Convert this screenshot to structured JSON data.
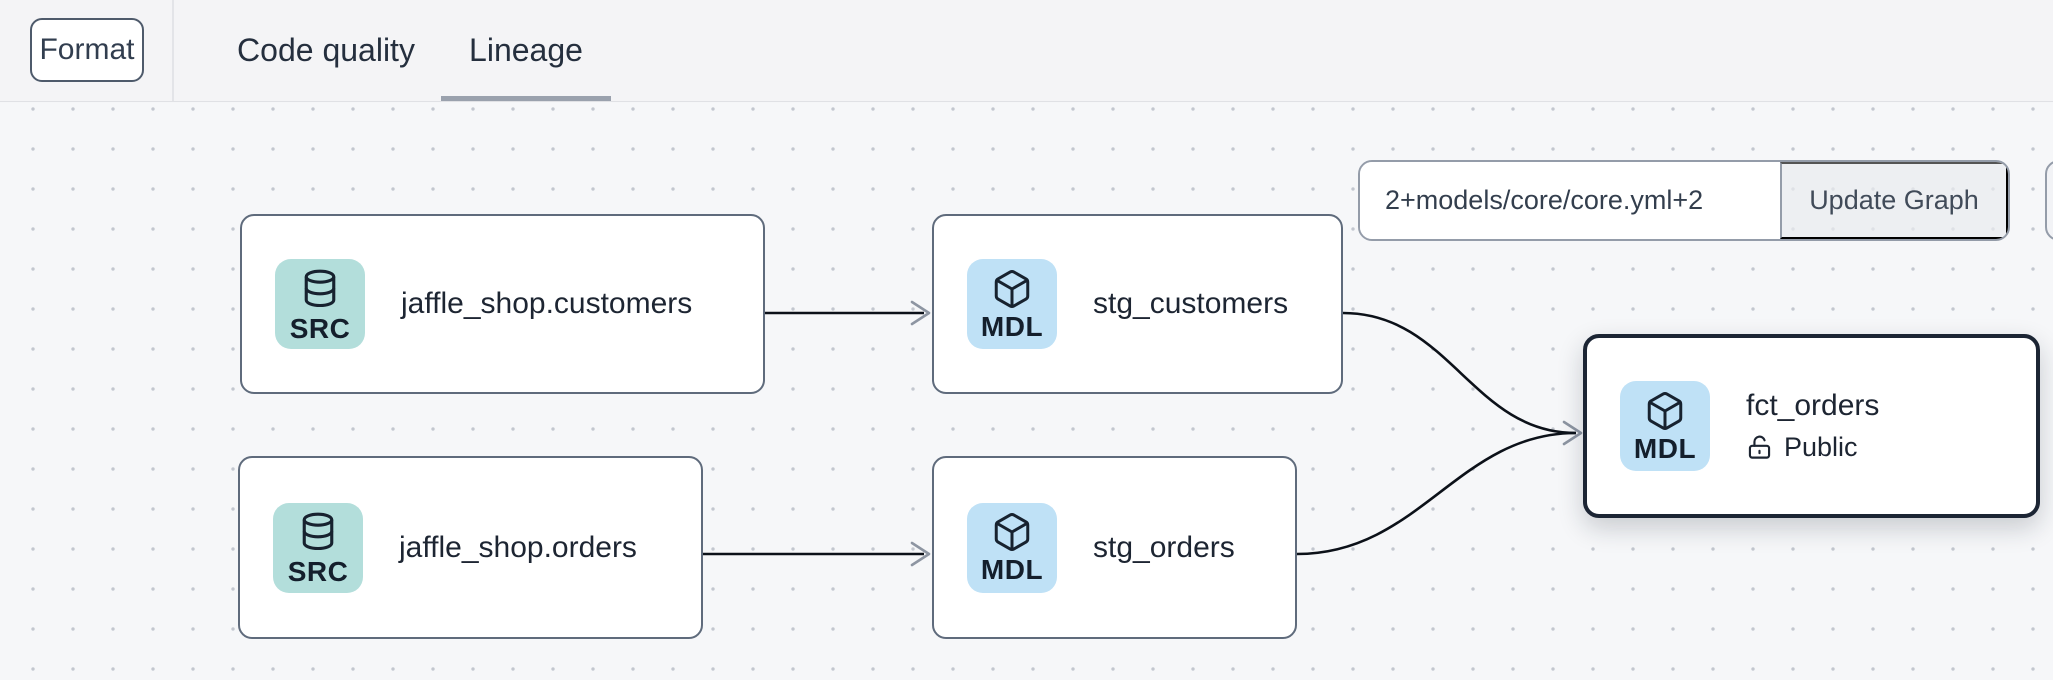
{
  "topbar": {
    "format_label": "Format",
    "tabs": [
      {
        "label": "Code quality",
        "active": false
      },
      {
        "label": "Lineage",
        "active": true
      }
    ]
  },
  "toolbar": {
    "selector_value": "2+models/core/core.yml+2",
    "update_button_label": "Update Graph"
  },
  "canvas": {
    "nodes": [
      {
        "id": "jaffle_shop.customers",
        "title": "jaffle_shop.customers",
        "badge": "SRC",
        "type": "source",
        "icon": "database-icon",
        "tile_color": "#b3dedb",
        "selected": false
      },
      {
        "id": "stg_customers",
        "title": "stg_customers",
        "badge": "MDL",
        "type": "model",
        "icon": "cube-icon",
        "tile_color": "#bfe1f6",
        "selected": false
      },
      {
        "id": "jaffle_shop.orders",
        "title": "jaffle_shop.orders",
        "badge": "SRC",
        "type": "source",
        "icon": "database-icon",
        "tile_color": "#b3dedb",
        "selected": false
      },
      {
        "id": "stg_orders",
        "title": "stg_orders",
        "badge": "MDL",
        "type": "model",
        "icon": "cube-icon",
        "tile_color": "#bfe1f6",
        "selected": false
      },
      {
        "id": "fct_orders",
        "title": "fct_orders",
        "badge": "MDL",
        "type": "model",
        "icon": "cube-icon",
        "tile_color": "#bfe1f6",
        "selected": true,
        "access_label": "Public",
        "access_icon": "unlock-icon"
      }
    ],
    "edges": [
      {
        "from": "jaffle_shop.customers",
        "to": "stg_customers"
      },
      {
        "from": "jaffle_shop.orders",
        "to": "stg_orders"
      },
      {
        "from": "stg_customers",
        "to": "fct_orders"
      },
      {
        "from": "stg_orders",
        "to": "fct_orders"
      }
    ]
  },
  "colors": {
    "topbar_bg": "#f4f4f6",
    "canvas_bg": "#f6f7f9",
    "grid_dot": "#c3c7cf",
    "node_border": "#5f6b7c",
    "selected_node_border": "#1c2534",
    "src_tile": "#b3dedb",
    "mdl_tile": "#bfe1f6",
    "edge_line": "#0c1119",
    "arrowhead": "#8d95a2",
    "tab_underline": "#9aa1ad"
  }
}
